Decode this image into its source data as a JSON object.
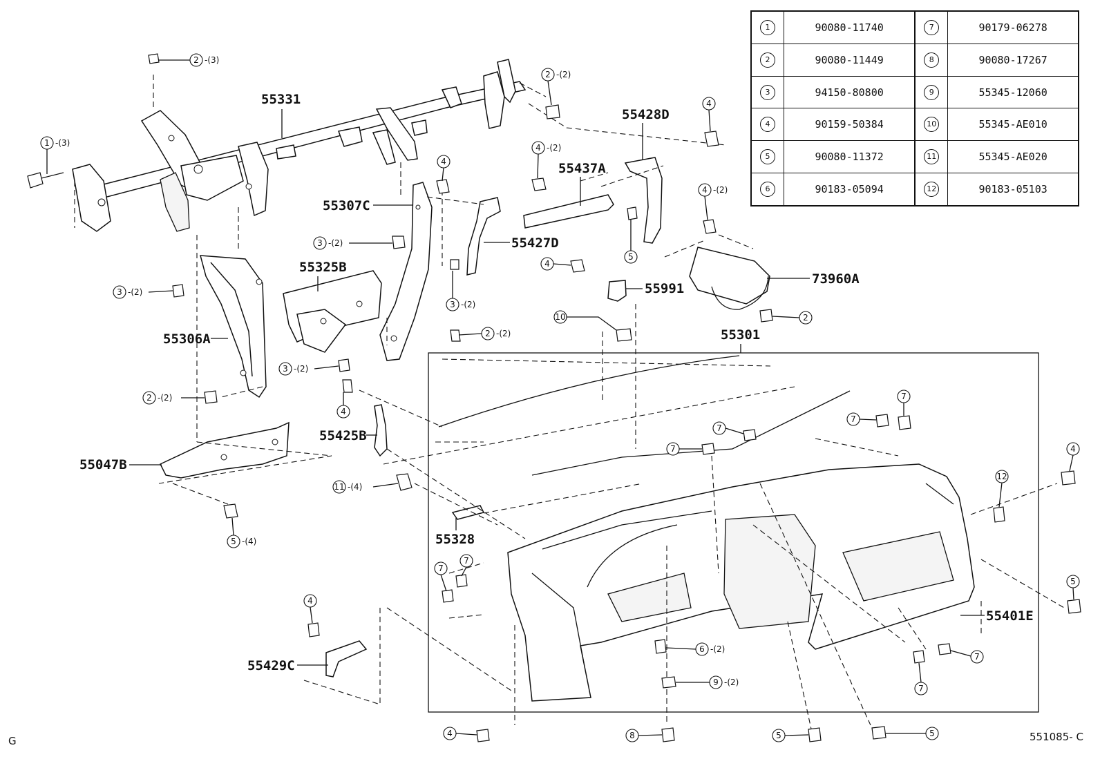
{
  "legend": {
    "rows": [
      {
        "left": {
          "num": "1",
          "part": "90080-11740"
        },
        "right": {
          "num": "7",
          "part": "90179-06278"
        }
      },
      {
        "left": {
          "num": "2",
          "part": "90080-11449"
        },
        "right": {
          "num": "8",
          "part": "90080-17267"
        }
      },
      {
        "left": {
          "num": "3",
          "part": "94150-80800"
        },
        "right": {
          "num": "9",
          "part": "55345-12060"
        }
      },
      {
        "left": {
          "num": "4",
          "part": "90159-50384"
        },
        "right": {
          "num": "10",
          "part": "55345-AE010"
        }
      },
      {
        "left": {
          "num": "5",
          "part": "90080-11372"
        },
        "right": {
          "num": "11",
          "part": "55345-AE020"
        }
      },
      {
        "left": {
          "num": "6",
          "part": "90183-05094"
        },
        "right": {
          "num": "12",
          "part": "90183-05103"
        }
      }
    ]
  },
  "parts": {
    "p55331": "55331",
    "p55428D": "55428D",
    "p55437A": "55437A",
    "p55307C": "55307C",
    "p55427D": "55427D",
    "p55325B": "55325B",
    "p55991": "55991",
    "p73960A": "73960A",
    "p55306A": "55306A",
    "p55301": "55301",
    "p55425B": "55425B",
    "p55047B": "55047B",
    "p55328": "55328",
    "p55401E": "55401E",
    "p55429C": "55429C"
  },
  "callouts": {
    "c1": {
      "num": "1",
      "qty": "-(3)"
    },
    "c2a": {
      "num": "2",
      "qty": "-(3)"
    },
    "c2b": {
      "num": "2",
      "qty": "-(2)"
    },
    "c4a": {
      "num": "4",
      "qty": ""
    },
    "c4b": {
      "num": "4",
      "qty": "-(2)"
    },
    "c4c": {
      "num": "4",
      "qty": ""
    },
    "c4d": {
      "num": "4",
      "qty": "-(2)"
    },
    "c3a": {
      "num": "3",
      "qty": "-(2)"
    },
    "c5a": {
      "num": "5",
      "qty": ""
    },
    "c4e": {
      "num": "4",
      "qty": ""
    },
    "c3b": {
      "num": "3",
      "qty": "-(2)"
    },
    "c2c": {
      "num": "2",
      "qty": ""
    },
    "c3c": {
      "num": "3",
      "qty": "-(2)"
    },
    "c10": {
      "num": "10",
      "qty": ""
    },
    "c2d": {
      "num": "2",
      "qty": "-(2)"
    },
    "c3d": {
      "num": "3",
      "qty": "-(2)"
    },
    "c2e": {
      "num": "2",
      "qty": "-(2)"
    },
    "c4f": {
      "num": "4",
      "qty": ""
    },
    "c7a": {
      "num": "7",
      "qty": ""
    },
    "c7b": {
      "num": "7",
      "qty": ""
    },
    "c7c": {
      "num": "7",
      "qty": ""
    },
    "c7d": {
      "num": "7",
      "qty": ""
    },
    "c11": {
      "num": "11",
      "qty": "-(4)"
    },
    "c5b": {
      "num": "5",
      "qty": "-(4)"
    },
    "c4g": {
      "num": "4",
      "qty": ""
    },
    "c12": {
      "num": "12",
      "qty": ""
    },
    "c7e": {
      "num": "7",
      "qty": ""
    },
    "c7f": {
      "num": "7",
      "qty": ""
    },
    "c5c": {
      "num": "5",
      "qty": ""
    },
    "c4h": {
      "num": "4",
      "qty": ""
    },
    "c6": {
      "num": "6",
      "qty": "-(2)"
    },
    "c9": {
      "num": "9",
      "qty": "-(2)"
    },
    "c7g": {
      "num": "7",
      "qty": ""
    },
    "c7h": {
      "num": "7",
      "qty": ""
    },
    "c4i": {
      "num": "4",
      "qty": ""
    },
    "c8": {
      "num": "8",
      "qty": ""
    },
    "c5d": {
      "num": "5",
      "qty": ""
    },
    "c5e": {
      "num": "5",
      "qty": ""
    }
  },
  "footer": {
    "left_mark": "G",
    "ref_code": "551085- C"
  }
}
